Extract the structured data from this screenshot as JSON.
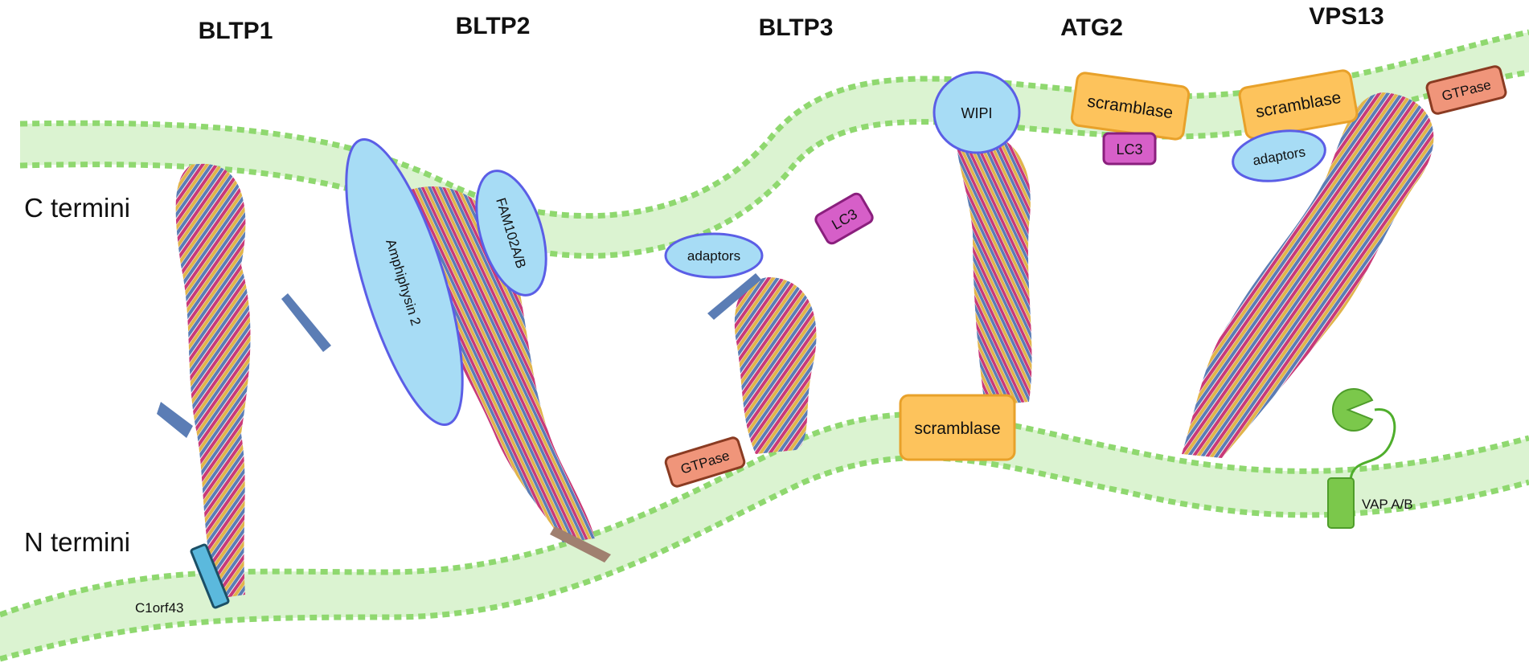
{
  "columns": [
    {
      "id": "bltp1",
      "title": "BLTP1"
    },
    {
      "id": "bltp2",
      "title": "BLTP2"
    },
    {
      "id": "bltp3",
      "title": "BLTP3"
    },
    {
      "id": "atg2",
      "title": "ATG2"
    },
    {
      "id": "vps13",
      "title": "VPS13"
    }
  ],
  "side_labels": {
    "c_termini": "C termini",
    "n_termini": "N termini"
  },
  "partners": {
    "c1orf43": "C1orf43",
    "amphiphysin2": "Amphiphysin 2",
    "fam102": "FAM102A/B",
    "bltp3_lc3": "LC3",
    "bltp3_adaptors": "adaptors",
    "bltp3_gtpase": "GTPase",
    "atg2_wipi": "WIPI",
    "atg2_scramblase_top": "scramblase",
    "atg2_lc3": "LC3",
    "atg2_scramblase_bottom": "scramblase",
    "vps13_scramblase": "scramblase",
    "vps13_gtpase": "GTPase",
    "vps13_adaptors": "adaptors",
    "vps13_vap": "VAP A/B"
  },
  "colors": {
    "membrane_fill": "#d9f2cf",
    "membrane_edge": "#8fd86f",
    "light_blue": "#a7dcf5",
    "light_blue_stroke": "#5b5ee6",
    "orange": "#fdc35c",
    "orange_stroke": "#e8a12a",
    "magenta": "#d65fc8",
    "magenta_stroke": "#8a1f7d",
    "salmon": "#f0957a",
    "salmon_stroke": "#8a3b22",
    "green": "#7bc84b",
    "c1orf43": "#5bb9dd",
    "helix_pink": "#c93a78",
    "helix_gold": "#e1b44a",
    "helix_blue": "#5b7db5"
  }
}
